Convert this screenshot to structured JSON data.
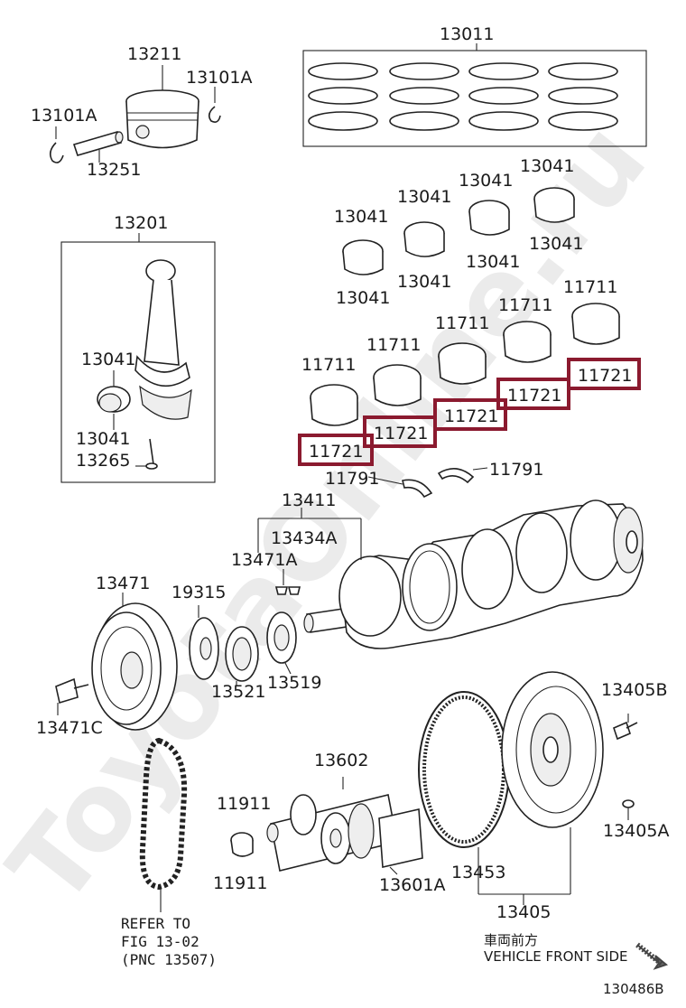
{
  "watermark": "ToyotaOnline.ru",
  "highlight_color": "#8b1a2f",
  "labels": {
    "l13011": "13011",
    "l13211": "13211",
    "l13101a_r": "13101A",
    "l13101a_l": "13101A",
    "l13251": "13251",
    "l13201": "13201",
    "l13041_rod_top": "13041",
    "l13041_rod_bot": "13041",
    "l13265": "13265",
    "b1_top": "13041",
    "b1_bot": "13041",
    "b2_top": "13041",
    "b2_bot": "13041",
    "b3_top": "13041",
    "b3_bot": "13041",
    "b4_top": "13041",
    "b4_bot": "13041",
    "m1_top": "11711",
    "m1_bot": "11721",
    "m2_top": "11711",
    "m2_bot": "11721",
    "m3_top": "11711",
    "m3_bot": "11721",
    "m4_top": "11711",
    "m4_bot": "11721",
    "m5_top": "11711",
    "m5_bot": "11721",
    "l11791_l": "11791",
    "l11791_r": "11791",
    "l13411": "13411",
    "l13434a": "13434A",
    "l13471a": "13471A",
    "l13471": "13471",
    "l19315": "19315",
    "l13521": "13521",
    "l13519": "13519",
    "l13471c": "13471C",
    "l13405b": "13405B",
    "l13602": "13602",
    "l11911_top": "11911",
    "l11911_bot": "11911",
    "l13601a": "13601A",
    "l13453": "13453",
    "l13405a": "13405A",
    "l13405": "13405",
    "refer_1": "REFER TO",
    "refer_2": "FIG 13-02",
    "refer_3": "(PNC 13507)",
    "front_jp": "車両前方",
    "front_en": "VEHICLE FRONT SIDE",
    "fig_code": "130486B"
  }
}
